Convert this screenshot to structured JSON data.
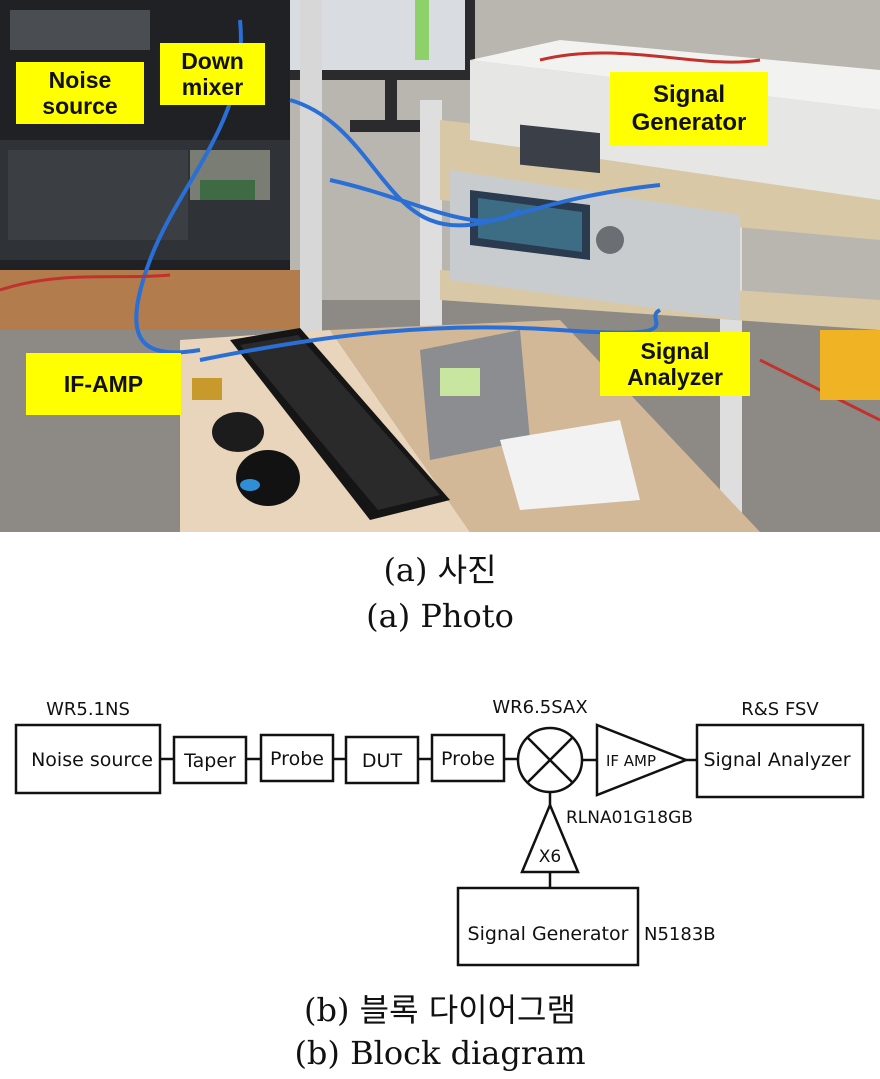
{
  "photo": {
    "labels": {
      "noise_source": "Noise\nsource",
      "down_mixer": "Down\nmixer",
      "signal_generator": "Signal\nGenerator",
      "if_amp": "IF-AMP",
      "signal_analyzer": "Signal\nAnalyzer"
    }
  },
  "captions": {
    "a_korean": "(a) 사진",
    "a_english": "(a) Photo",
    "b_korean": "(b) 블록 다이어그램",
    "b_english": "(b) Block diagram"
  },
  "diagram": {
    "noise_source": {
      "model": "WR5.1NS",
      "label": "Noise source"
    },
    "taper": "Taper",
    "probe_1": "Probe",
    "dut": "DUT",
    "probe_2": "Probe",
    "mixer_model": "WR6.5SAX",
    "if_amp": {
      "label": "IF AMP",
      "model": "RLNA01G18GB"
    },
    "signal_analyzer": {
      "model": "R&S FSV",
      "label": "Signal Analyzer"
    },
    "multiplier": "X6",
    "signal_generator": {
      "label": "Signal Generator",
      "model": "N5183B"
    }
  },
  "colors": {
    "label_bg": "#ffff00",
    "cable": "#2a6fd6"
  }
}
